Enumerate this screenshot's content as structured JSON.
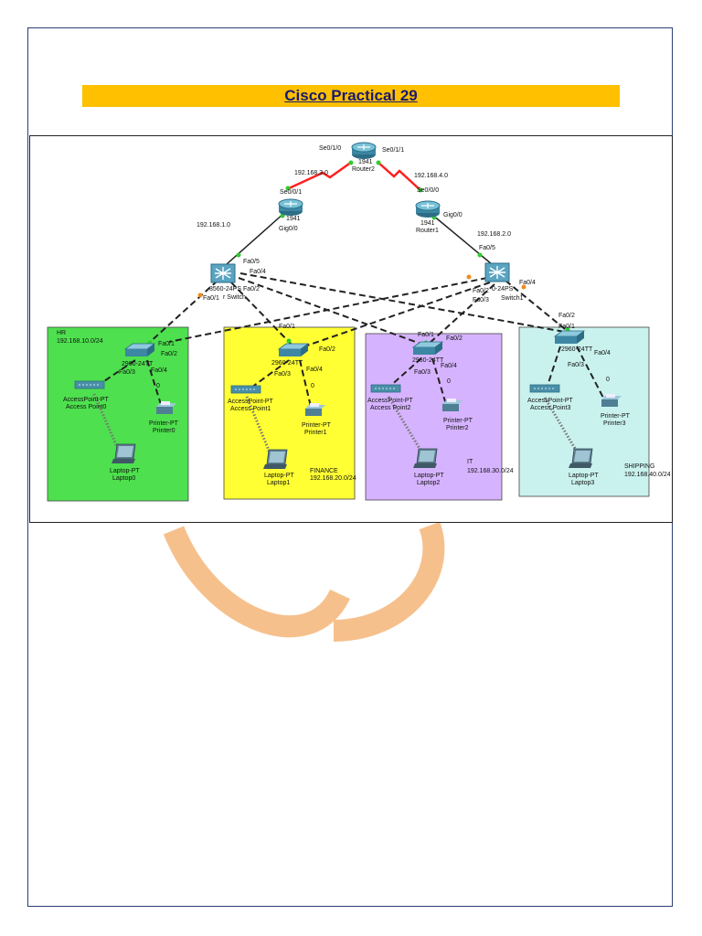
{
  "title": "Cisco Practical 29",
  "colors": {
    "title_bg": "#ffc000",
    "hr": "#4ee04e",
    "finance": "#ffff33",
    "it": "#d6b3ff",
    "shipping": "#c9f2ee",
    "serial_link": "#ff1f1f",
    "watermark": "#f6c08c"
  },
  "routers": {
    "router2": {
      "model": "1941",
      "name": "Router2",
      "port_left": "Se0/1/0",
      "port_right": "Se0/1/1"
    },
    "router0": {
      "model": "1941",
      "port_top": "Se0/0/1",
      "port_bottom": "Gig0/0"
    },
    "router1": {
      "model": "1941",
      "name": "Router1",
      "port_top": "Se0/0/0",
      "port_bottom": "Gig0/0"
    }
  },
  "networks": {
    "left_serial": "192.168.3.0",
    "right_serial": "192.168.4.0",
    "left_lan": "192.168.1.0",
    "right_lan": "192.168.2.0"
  },
  "multilayer_switches": {
    "left": {
      "label": "3560-24PS",
      "name": "r Switch",
      "ports": [
        "Fa0/5",
        "Fa0/4",
        "Fa0/2",
        "Fa0/1"
      ]
    },
    "right": {
      "label": "0-24PS",
      "name": "Switch1",
      "ports": [
        "Fa0/5",
        "Fa0/4",
        "Fa0/2",
        "Fa0/3"
      ]
    }
  },
  "departments": [
    {
      "name": "HR",
      "subnet": "192.168.10.0/24",
      "switch": "2960-24TT",
      "ap_type": "AccessPoint-PT",
      "ap_name": "Access Point0",
      "printer_type": "Printer-PT",
      "printer_name": "Printer0",
      "laptop_type": "Laptop-PT",
      "laptop_name": "Laptop0",
      "ports": [
        "Fa0/1",
        "Fa0/2",
        "Fa0/3",
        "Fa0/4"
      ],
      "printer_port": "0"
    },
    {
      "name": "FINANCE",
      "subnet": "192.168.20.0/24",
      "switch": "2960-24TT",
      "ap_type": "AccessPoint-PT",
      "ap_name": "Access Point1",
      "printer_type": "Printer-PT",
      "printer_name": "Printer1",
      "laptop_type": "Laptop-PT",
      "laptop_name": "Laptop1",
      "ports": [
        "Fa0/1",
        "Fa0/2",
        "Fa0/3",
        "Fa0/4"
      ],
      "printer_port": "0"
    },
    {
      "name": "IT",
      "subnet": "192.168.30.0/24",
      "switch": "2960-24TT",
      "ap_type": "AccessPoint-PT",
      "ap_name": "Access Point2",
      "printer_type": "Printer-PT",
      "printer_name": "Printer2",
      "laptop_type": "Laptop-PT",
      "laptop_name": "Laptop2",
      "ports": [
        "Fa0/1",
        "Fa0/2",
        "Fa0/3",
        "Fa0/4"
      ],
      "printer_port": "0"
    },
    {
      "name": "SHIPPING",
      "subnet": "192.168.40.0/24",
      "switch": "2960-24TT",
      "ap_type": "AccessPoint-PT",
      "ap_name": "Access Point3",
      "printer_type": "Printer-PT",
      "printer_name": "Printer3",
      "laptop_type": "Laptop-PT",
      "laptop_name": "Laptop3",
      "ports": [
        "Fa0/1",
        "Fa0/2",
        "Fa0/3",
        "Fa0/4"
      ],
      "printer_port": "0"
    }
  ]
}
